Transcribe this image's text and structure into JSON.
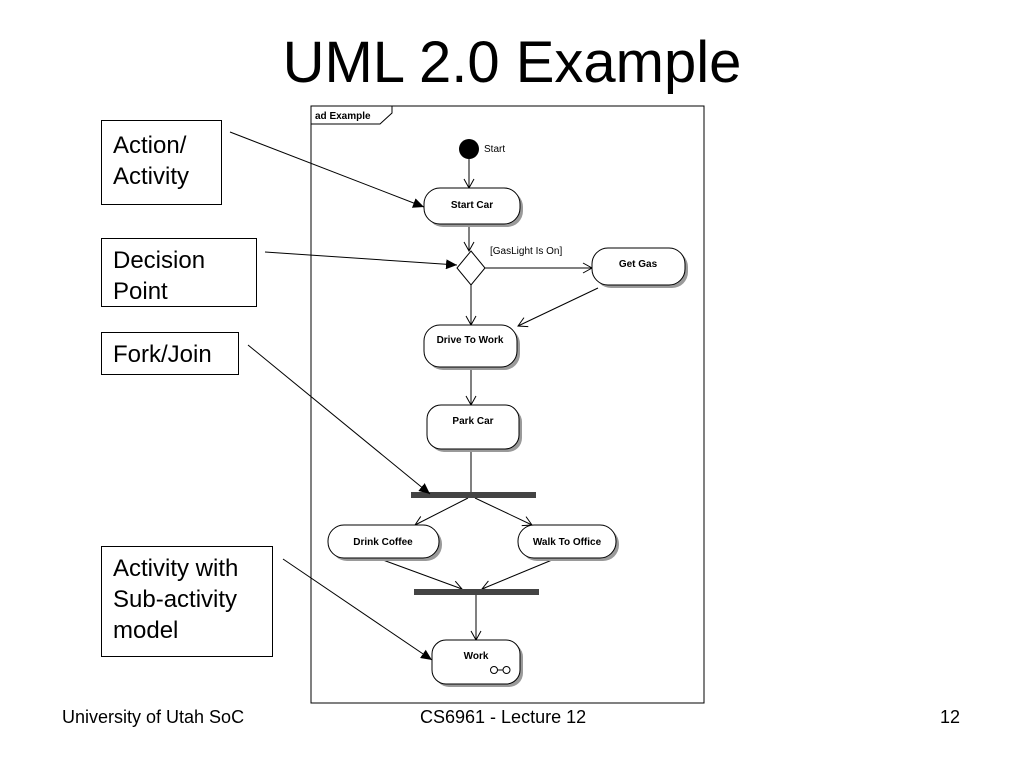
{
  "slide": {
    "title": "UML 2.0 Example",
    "footer_left": "University of Utah SoC",
    "footer_center": "CS6961 - Lecture 12",
    "footer_right": "12"
  },
  "callouts": [
    {
      "id": "action",
      "lines": [
        "Action/",
        "Activity"
      ]
    },
    {
      "id": "decision",
      "lines": [
        "Decision",
        "Point"
      ]
    },
    {
      "id": "forkjoin",
      "lines": [
        "Fork/Join"
      ]
    },
    {
      "id": "subactivity",
      "lines": [
        "Activity with",
        "Sub-activity",
        "model"
      ]
    }
  ],
  "diagram": {
    "frame_label": "ad Example",
    "start_label": "Start",
    "guard_label": "[GasLight Is On]",
    "nodes": {
      "start_car": "Start Car",
      "get_gas": "Get Gas",
      "drive_to_work": "Drive To Work",
      "park_car": "Park Car",
      "drink_coffee": "Drink Coffee",
      "walk_to_office": "Walk To Office",
      "work": "Work"
    }
  }
}
